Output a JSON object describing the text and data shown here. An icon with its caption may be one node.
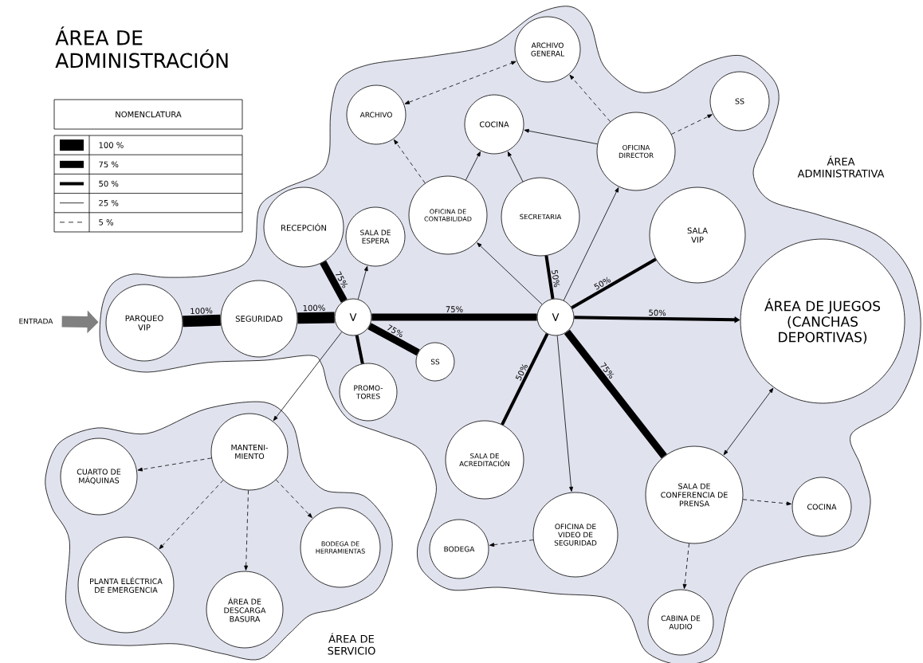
{
  "diagram": {
    "title": "ÁREA DE ADMINISTRACIÓN",
    "nodes": [
      {
        "text": [
          "ÁREA ADMINISTRATIVA"
        ]
      },
      {
        "text": [
          "ÁREA DE SERVICIO"
        ]
      },
      {
        "text": [
          "ENTRADA"
        ]
      },
      {
        "text": [
          "PARQUEO VIP"
        ],
        "in": 0
      },
      {
        "text": [
          "SEGURIDAD"
        ],
        "in": 0
      },
      {
        "text": [
          "V"
        ],
        "in": 0
      },
      {
        "text": [
          "RECEPCIÓN"
        ],
        "in": 0
      },
      {
        "text": [
          "SALA DE ESPERA"
        ],
        "in": 0
      },
      {
        "text": [
          "SS"
        ],
        "in": 0
      },
      {
        "text": [
          "PROMO- TORES"
        ],
        "in": 0
      },
      {
        "text": [
          "ARCHIVO"
        ],
        "in": 0
      },
      {
        "text": [
          "ARCHIVO GENERAL"
        ],
        "in": 0
      },
      {
        "text": [
          "COCINA"
        ],
        "in": 0
      },
      {
        "text": [
          "SS"
        ],
        "in": 0
      },
      {
        "text": [
          "OFICINA DIRECTOR"
        ],
        "in": 0
      },
      {
        "text": [
          "OFICINA DE CONTABILIDAD"
        ],
        "in": 0
      },
      {
        "text": [
          "SECRETARIA"
        ],
        "in": 0
      },
      {
        "text": [
          "SALA VIP"
        ],
        "in": 0
      },
      {
        "text": [
          "V"
        ],
        "in": 0
      },
      {
        "text": [
          "ÁREA DE JUEGOS (CANCHAS DEPORTIVAS)"
        ],
        "in": 0
      },
      {
        "text": [
          "SALA DE ACREDITACIÓN"
        ],
        "in": 0
      },
      {
        "text": [
          "OFICINA DE VIDEO DE SEGURIDAD"
        ],
        "in": 0
      },
      {
        "text": [
          "SALA DE CONFERENCIA DE PRENSA"
        ],
        "in": 0
      },
      {
        "text": [
          "COCINA"
        ],
        "in": 0
      },
      {
        "text": [
          "BODEGA"
        ],
        "in": 0
      },
      {
        "text": [
          "CABINA DE AUDIO"
        ],
        "in": 0
      },
      {
        "text": [
          "MANTENI- MIENTO"
        ],
        "in": 1
      },
      {
        "text": [
          "CUARTO DE MÁQUINAS"
        ],
        "in": 1
      },
      {
        "text": [
          "PLANTA ELÉCTRICA DE EMERGENCIA"
        ],
        "in": 1
      },
      {
        "text": [
          "ÁREA DE DESCARGA BASURA"
        ],
        "in": 1
      },
      {
        "text": [
          "BODEGA DE HERRAMIENTAS"
        ],
        "in": 1
      }
    ],
    "edges": [
      {
        "from": 2,
        "to": 3,
        "arrow": "to",
        "style": "thick",
        "color": "#808080"
      },
      {
        "from": 3,
        "to": 4,
        "arrow": "none",
        "label": "100%",
        "style": "thick"
      },
      {
        "from": 4,
        "to": 5,
        "arrow": "none",
        "label": "100%",
        "style": "thick"
      },
      {
        "from": 5,
        "to": 6,
        "arrow": "none",
        "label": "75%",
        "style": "thick"
      },
      {
        "from": 5,
        "to": 7,
        "arrow": "to"
      },
      {
        "from": 5,
        "to": 8,
        "arrow": "none",
        "label": "75%",
        "style": "thick"
      },
      {
        "from": 5,
        "to": 9,
        "arrow": "none",
        "style": "thick"
      },
      {
        "from": 5,
        "to": 18,
        "arrow": "none",
        "label": "75%",
        "style": "thick"
      },
      {
        "from": 5,
        "to": 26,
        "arrow": "to"
      },
      {
        "from": 18,
        "to": 15,
        "arrow": "to"
      },
      {
        "from": 18,
        "to": 16,
        "arrow": "none",
        "label": "50%",
        "style": "thick"
      },
      {
        "from": 18,
        "to": 14,
        "arrow": "to"
      },
      {
        "from": 18,
        "to": 17,
        "arrow": "none",
        "label": "50%",
        "style": "thick"
      },
      {
        "from": 18,
        "to": 19,
        "arrow": "to",
        "label": "50%",
        "style": "thick"
      },
      {
        "from": 18,
        "to": 20,
        "arrow": "none",
        "label": "50%",
        "style": "thick"
      },
      {
        "from": 18,
        "to": 21,
        "arrow": "to"
      },
      {
        "from": 18,
        "to": 22,
        "arrow": "none",
        "label": "75%",
        "style": "thick"
      },
      {
        "from": 19,
        "to": 22,
        "arrow": "both"
      },
      {
        "from": 22,
        "to": 23,
        "arrow": "to",
        "style": "dashed"
      },
      {
        "from": 22,
        "to": 25,
        "arrow": "to",
        "style": "dashed"
      },
      {
        "from": 21,
        "to": 24,
        "arrow": "to",
        "style": "dashed"
      },
      {
        "from": 15,
        "to": 10,
        "arrow": "to",
        "style": "dashed"
      },
      {
        "from": 16,
        "to": 12,
        "arrow": "to"
      },
      {
        "from": 15,
        "to": 12,
        "arrow": "to"
      },
      {
        "from": 14,
        "to": 12,
        "arrow": "to"
      },
      {
        "from": 14,
        "to": 11,
        "arrow": "to",
        "style": "dashed"
      },
      {
        "from": 14,
        "to": 13,
        "arrow": "to",
        "style": "dashed"
      },
      {
        "from": 10,
        "to": 11,
        "arrow": "both",
        "style": "dashed"
      },
      {
        "from": 26,
        "to": 27,
        "arrow": "to",
        "style": "dashed"
      },
      {
        "from": 26,
        "to": 28,
        "arrow": "to",
        "style": "dashed"
      },
      {
        "from": 26,
        "to": 29,
        "arrow": "to",
        "style": "dashed"
      },
      {
        "from": 26,
        "to": 30,
        "arrow": "to",
        "style": "dashed"
      }
    ],
    "labels": [
      "NOMENCLATURA"
    ],
    "legend": [
      {
        "text": "100 %"
      },
      {
        "text": "75 %"
      },
      {
        "text": "50 %"
      },
      {
        "text": "25 %"
      },
      {
        "text": "5 %"
      }
    ]
  }
}
